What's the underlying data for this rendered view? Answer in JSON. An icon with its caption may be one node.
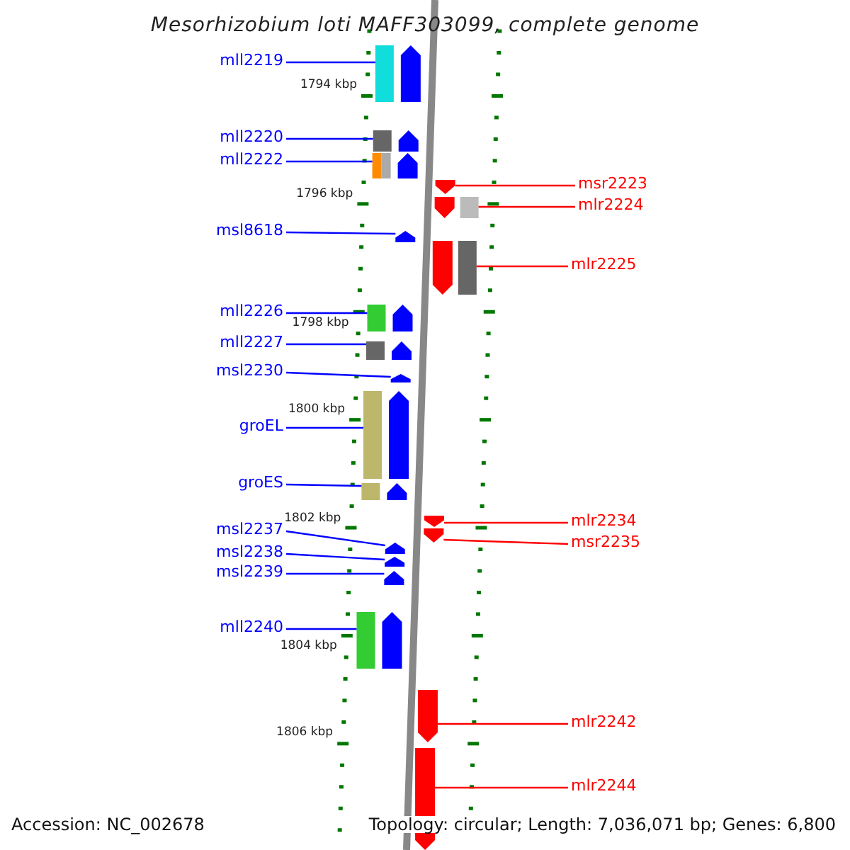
{
  "diagram": {
    "title": "Mesorhizobium loti MAFF303099, complete genome",
    "nodes": [
      {
        "text": [
          "mll2219"
        ]
      },
      {
        "text": [],
        "shape": "arrow"
      },
      {
        "text": [
          "mll2220"
        ]
      },
      {
        "text": [],
        "shape": "arrow"
      },
      {
        "text": [
          "mll2222"
        ]
      },
      {
        "text": [],
        "shape": "arrow"
      },
      {
        "text": [
          "msr2223"
        ]
      },
      {
        "text": [],
        "shape": "arrow"
      },
      {
        "text": [
          "mlr2224"
        ]
      },
      {
        "text": [],
        "shape": "arrow"
      },
      {
        "text": [
          "msl8618"
        ]
      },
      {
        "text": [],
        "shape": "arrow"
      },
      {
        "text": [
          "mlr2225"
        ]
      },
      {
        "text": [],
        "shape": "arrow"
      },
      {
        "text": [
          "mll2226"
        ]
      },
      {
        "text": [],
        "shape": "arrow"
      },
      {
        "text": [
          "mll2227"
        ]
      },
      {
        "text": [],
        "shape": "arrow"
      },
      {
        "text": [
          "msl2230"
        ]
      },
      {
        "text": [],
        "shape": "arrow"
      },
      {
        "text": [
          "groEL"
        ]
      },
      {
        "text": [],
        "shape": "arrow"
      },
      {
        "text": [
          "groES"
        ]
      },
      {
        "text": [],
        "shape": "arrow"
      },
      {
        "text": [
          "mlr2234"
        ]
      },
      {
        "text": [],
        "shape": "arrow"
      },
      {
        "text": [
          "msl2237"
        ]
      },
      {
        "text": [],
        "shape": "arrow"
      },
      {
        "text": [
          "msr2235"
        ]
      },
      {
        "text": [],
        "shape": "arrow"
      },
      {
        "text": [
          "msl2238"
        ]
      },
      {
        "text": [],
        "shape": "arrow"
      },
      {
        "text": [
          "msl2239"
        ]
      },
      {
        "text": [],
        "shape": "arrow"
      },
      {
        "text": [
          "mll2240"
        ]
      },
      {
        "text": [],
        "shape": "arrow"
      },
      {
        "text": [
          "mlr2242"
        ]
      },
      {
        "text": [],
        "shape": "arrow"
      },
      {
        "text": [
          "mlr2244"
        ]
      },
      {
        "text": [],
        "shape": "arrow"
      }
    ],
    "edges": [
      {
        "from": 0,
        "to": 1,
        "arrow": "none"
      },
      {
        "from": 2,
        "to": 3,
        "arrow": "none"
      },
      {
        "from": 4,
        "to": 5,
        "arrow": "none"
      },
      {
        "from": 6,
        "to": 7,
        "arrow": "none",
        "color": "#ff0000"
      },
      {
        "from": 8,
        "to": 9,
        "arrow": "none",
        "color": "#ff0000"
      },
      {
        "from": 10,
        "to": 11,
        "arrow": "none"
      },
      {
        "from": 12,
        "to": 13,
        "arrow": "none",
        "color": "#ff0000"
      },
      {
        "from": 14,
        "to": 15,
        "arrow": "none"
      },
      {
        "from": 16,
        "to": 17,
        "arrow": "none"
      },
      {
        "from": 18,
        "to": 19,
        "arrow": "none"
      },
      {
        "from": 20,
        "to": 21,
        "arrow": "none"
      },
      {
        "from": 22,
        "to": 23,
        "arrow": "none"
      },
      {
        "from": 24,
        "to": 25,
        "arrow": "none",
        "color": "#ff0000"
      },
      {
        "from": 26,
        "to": 27,
        "arrow": "none"
      },
      {
        "from": 28,
        "to": 29,
        "arrow": "none",
        "color": "#ff0000"
      },
      {
        "from": 30,
        "to": 31,
        "arrow": "none"
      },
      {
        "from": 32,
        "to": 33,
        "arrow": "none"
      },
      {
        "from": 34,
        "to": 35,
        "arrow": "none"
      },
      {
        "from": 36,
        "to": 37,
        "arrow": "none",
        "color": "#ff0000"
      },
      {
        "from": 38,
        "to": 39,
        "arrow": "none",
        "color": "#ff0000"
      }
    ],
    "labels": [
      "1794 kbp",
      "1796 kbp",
      "1798 kbp",
      "1800 kbp",
      "1802 kbp",
      "1804 kbp",
      "1806 kbp",
      "Accession: NC_002678",
      "Topology: circular; Length: 7,036,071 bp; Genes: 6,800"
    ]
  }
}
